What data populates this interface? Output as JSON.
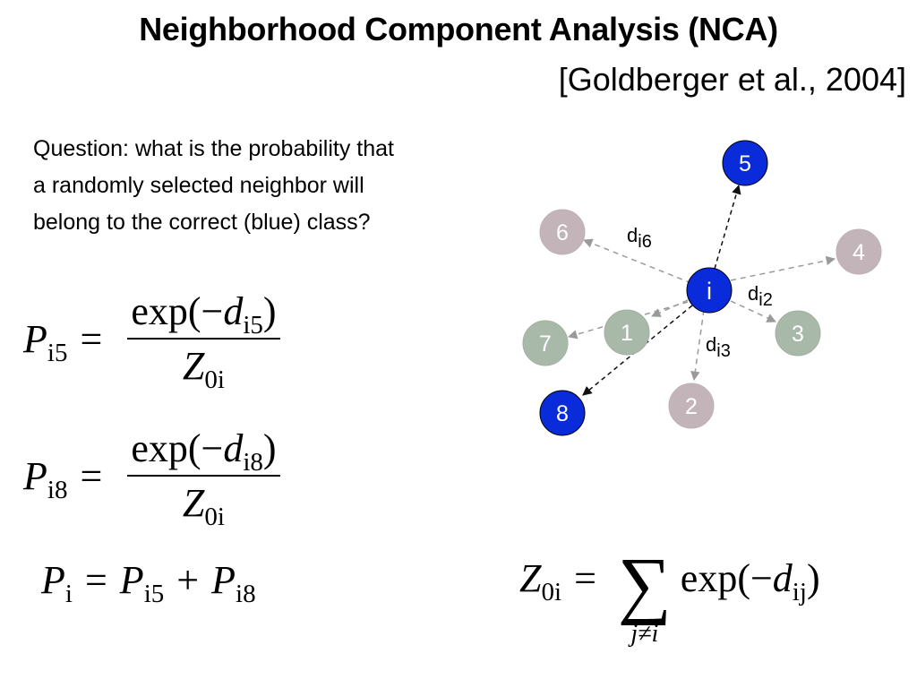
{
  "title": "Neighborhood Component Analysis (NCA)",
  "citation": "[Goldberger et al., 2004]",
  "question": "Question: what is the probability that a randomly selected neighbor will belong to the correct (blue) class?",
  "colors": {
    "blue": "#0a2bd9",
    "mauve": "#c3b4ba",
    "green": "#a8b9a9",
    "arrow_gray": "#9a9a9a",
    "arrow_dark": "#111111"
  },
  "equations": {
    "p_i5": {
      "lhs": "P",
      "lhs_sub": "i5",
      "num_fn": "exp(−",
      "num_var": "d",
      "num_sub": "i5",
      "num_close": ")",
      "den_var": "Z",
      "den_sub": "0i"
    },
    "p_i8": {
      "lhs": "P",
      "lhs_sub": "i8",
      "num_fn": "exp(−",
      "num_var": "d",
      "num_sub": "i8",
      "num_close": ")",
      "den_var": "Z",
      "den_sub": "0i"
    },
    "p_i": {
      "lhs": "P",
      "lhs_sub": "i",
      "t1": "P",
      "t1_sub": "i5",
      "op": "+",
      "t2": "P",
      "t2_sub": "i8"
    },
    "z_0i": {
      "lhs": "Z",
      "lhs_sub": "0i",
      "sigma": "∑",
      "sum_sub": "j≠i",
      "fn": "exp(−",
      "var": "d",
      "var_sub": "ij",
      "close": ")"
    }
  },
  "diagram": {
    "center": {
      "label": "i"
    },
    "nodes": [
      {
        "label": "5",
        "class": "blue"
      },
      {
        "label": "6",
        "class": "mauve"
      },
      {
        "label": "4",
        "class": "mauve"
      },
      {
        "label": "1",
        "class": "green"
      },
      {
        "label": "3",
        "class": "green"
      },
      {
        "label": "7",
        "class": "green"
      },
      {
        "label": "8",
        "class": "blue"
      },
      {
        "label": "2",
        "class": "mauve"
      }
    ],
    "distance_labels": [
      {
        "main": "d",
        "sub": "i6"
      },
      {
        "main": "d",
        "sub": "i2"
      },
      {
        "main": "d",
        "sub": "i3"
      }
    ]
  }
}
